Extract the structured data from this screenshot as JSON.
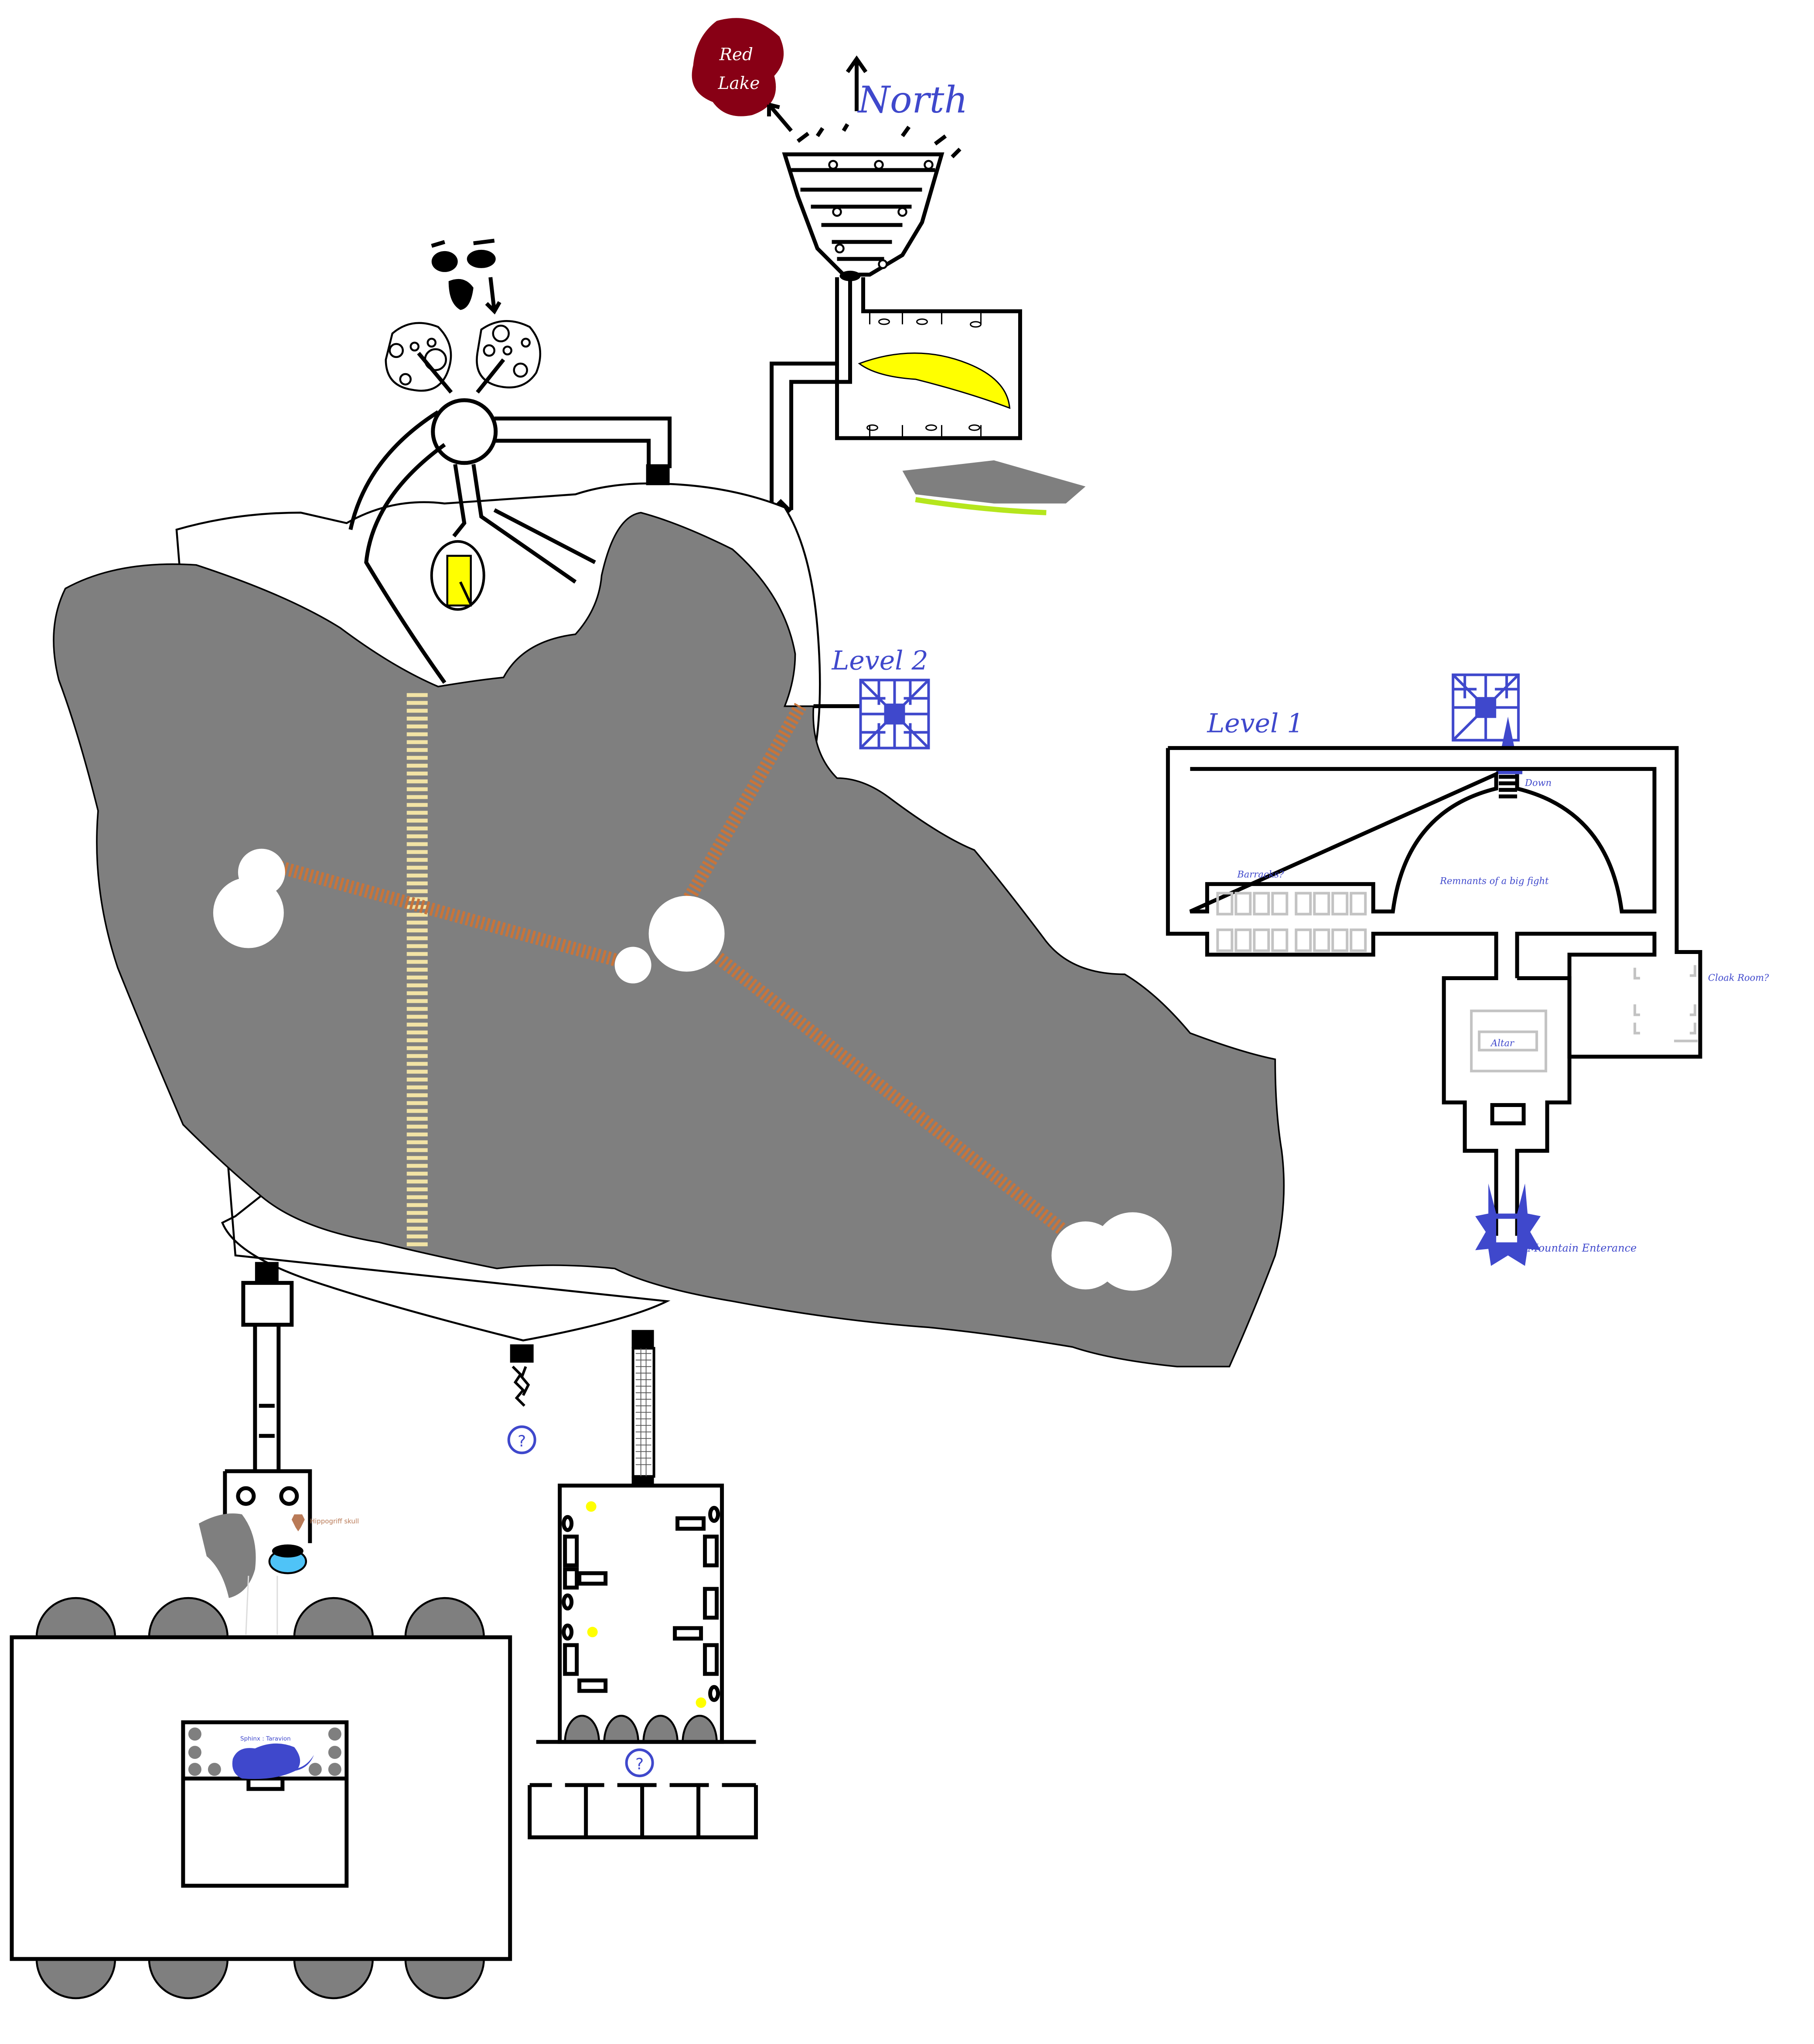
{
  "map": {
    "compass_label": "North",
    "red_lake": {
      "line1": "Red",
      "line2": "Lake",
      "color": "#880015"
    },
    "level2_label": "Level 2",
    "level1_label": "Level 1",
    "level1_rooms": {
      "down": "Down",
      "barracks": "Barracks?",
      "fight": "Remnants of a big fight",
      "cloak_room": "Cloak Room?",
      "altar": "Altar",
      "entrance": "Mountain Enterance"
    },
    "hippogriff": "Hippogriff skull",
    "sphinx": "Sphinx : Taravion",
    "unknown_marker_1": "?",
    "unknown_marker_2": "?"
  },
  "colors": {
    "label_blue": "#3f48cc",
    "mountain_grey": "#7f7f7f",
    "path_orange": "#c8743a",
    "path_cream": "#f2e3a5",
    "yellow": "#ffff00",
    "lime": "#b5e61d",
    "skull_brown": "#b97a57",
    "water_blue": "#4fc3f7"
  },
  "icons": [
    "compass-arrow-icon",
    "stairs-icon",
    "question-marker-icon",
    "hippogriff-skull-icon",
    "torch-icon",
    "sphinx-icon",
    "mountain-entrance-star-icon"
  ]
}
